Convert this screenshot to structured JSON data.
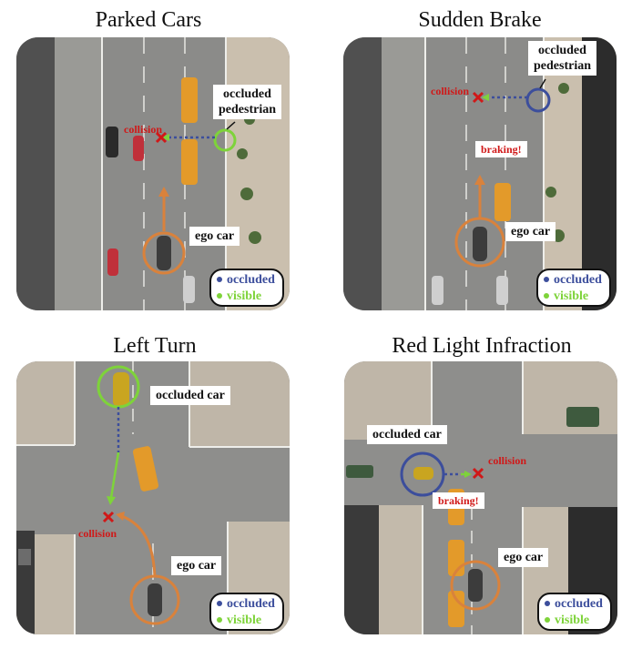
{
  "panels": [
    {
      "title": "Parked Cars",
      "labels": {
        "ego": "ego car",
        "occluded": "occluded\npedestrian",
        "collision": "collision"
      }
    },
    {
      "title": "Sudden Brake",
      "labels": {
        "ego": "ego car",
        "occluded": "occluded\npedestrian",
        "collision": "collision",
        "braking": "braking!"
      }
    },
    {
      "title": "Left Turn",
      "labels": {
        "ego": "ego car",
        "occluded": "occluded car",
        "collision": "collision"
      }
    },
    {
      "title": "Red Light Infraction",
      "labels": {
        "ego": "ego car",
        "occluded": "occluded car",
        "collision": "collision",
        "braking": "braking!"
      }
    }
  ],
  "legend": {
    "occluded": "occluded",
    "visible": "visible"
  },
  "colors": {
    "occluded": "#3c4e9c",
    "visible": "#7ed33a",
    "ego": "#d9823c",
    "collision": "#d01818",
    "road": "#8a8a88",
    "sidewalk": "#c9bfae",
    "orange_car": "#e39a2a"
  }
}
